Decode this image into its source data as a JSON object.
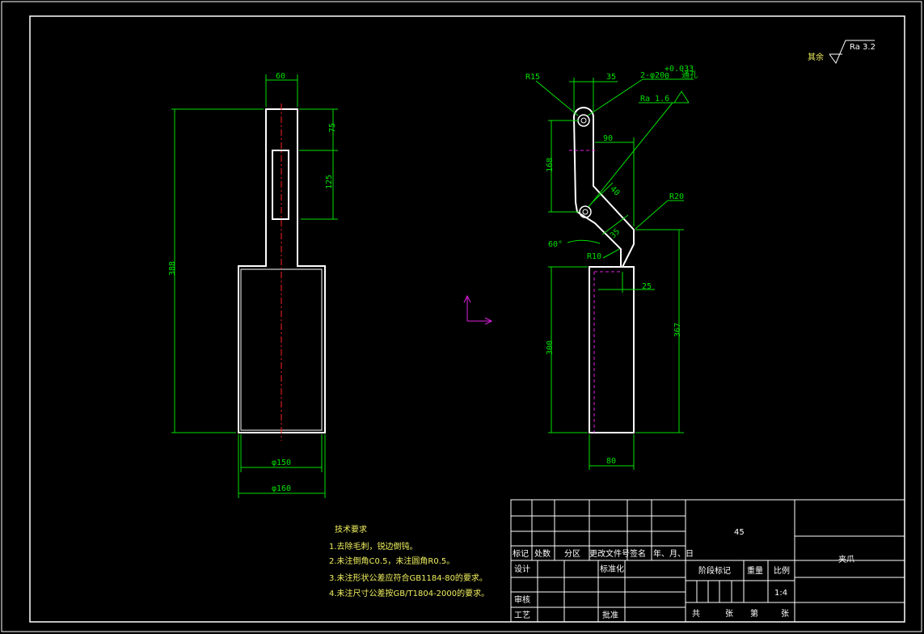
{
  "drawing": {
    "roughness": {
      "prefix": "其余",
      "value": "Ra 3.2"
    },
    "front_view": {
      "dims": {
        "top_width": "60",
        "height_75": "75",
        "slot_125": "125",
        "overall": "388",
        "d150": "φ150",
        "d160": "φ160"
      }
    },
    "side_view": {
      "dims": {
        "r15": "R15",
        "w35": "35",
        "holes": "2-φ20",
        "holes_tol": "+0.033",
        "holes_tol2": "0",
        "through": "通孔",
        "ra16": "Ra 1.6",
        "d90": "90",
        "d168": "168",
        "d40": "40",
        "r20": "R20",
        "d35": "35",
        "a60": "60°",
        "r10": "R10",
        "d25": "25",
        "d300": "300",
        "d367": "367",
        "d80": "80"
      }
    }
  },
  "tech_req": {
    "title": "技术要求",
    "items": [
      "1.去除毛刺，锐边倒钝。",
      "2.未注倒角C0.5，未注圆角R0.5。",
      "3.未注形状公差应符合GB1184-80的要求。",
      "4.未注尺寸公差按GB/T1804-2000的要求。"
    ]
  },
  "title_block": {
    "material": "45",
    "part_name": "夹爪",
    "rev_headers": [
      "标记",
      "处数",
      "分区",
      "更改文件号",
      "签名",
      "年、月、日"
    ],
    "design": "设计",
    "standardize": "标准化",
    "check": "审核",
    "process": "工艺",
    "approve": "批准",
    "stage_mark": "阶段标记",
    "weight": "重量",
    "scale_label": "比例",
    "scale_value": "1:4",
    "total": "共",
    "sheets": "张",
    "sheet_no": "第",
    "sheets2": "张"
  },
  "colors": {
    "outline": "#ffffff",
    "dimension": "#00e000",
    "centerline": "#ff2020",
    "hidden": "#e020e0",
    "notes": "#f0f060"
  }
}
